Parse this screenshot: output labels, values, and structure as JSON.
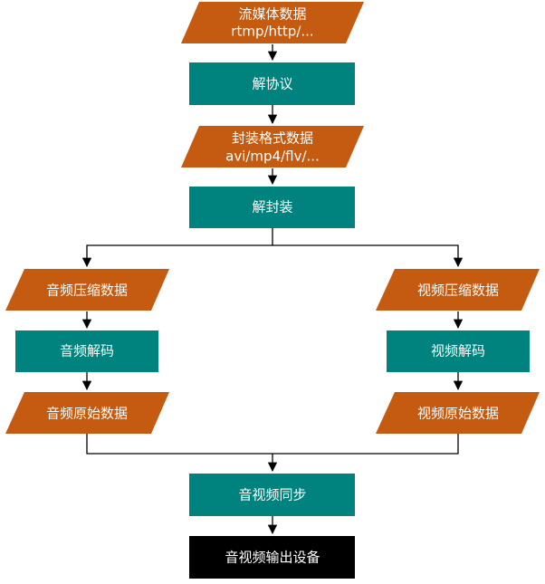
{
  "colors": {
    "data_fill": "#C55A11",
    "process_fill": "#00837E",
    "output_fill": "#000000",
    "text": "#FFFFFF",
    "edge": "#000000"
  },
  "nodes": {
    "stream_data": {
      "line1": "流媒体数据",
      "line2": "rtmp/http/..."
    },
    "deprotocol": {
      "label": "解协议"
    },
    "container_data": {
      "line1": "封装格式数据",
      "line2": "avi/mp4/flv/..."
    },
    "demux": {
      "label": "解封装"
    },
    "audio_compressed": {
      "label": "音频压缩数据"
    },
    "video_compressed": {
      "label": "视频压缩数据"
    },
    "audio_decode": {
      "label": "音频解码"
    },
    "video_decode": {
      "label": "视频解码"
    },
    "audio_raw": {
      "label": "音频原始数据"
    },
    "video_raw": {
      "label": "视频原始数据"
    },
    "av_sync": {
      "label": "音视频同步"
    },
    "av_output": {
      "label": "音视频输出设备"
    }
  }
}
